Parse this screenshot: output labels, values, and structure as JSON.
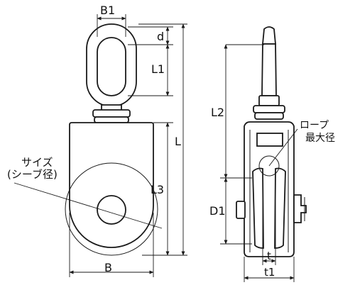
{
  "labels": {
    "b1": "B1",
    "d": "d",
    "l1": "L1",
    "l": "L",
    "l2": "L2",
    "l3": "L3",
    "b": "B",
    "d1": "D1",
    "t": "t",
    "t1": "t1",
    "size_line1": "サイズ",
    "size_line2": "(シーブ径)",
    "rope_line1": "ロープ",
    "rope_line2": "最大径"
  }
}
